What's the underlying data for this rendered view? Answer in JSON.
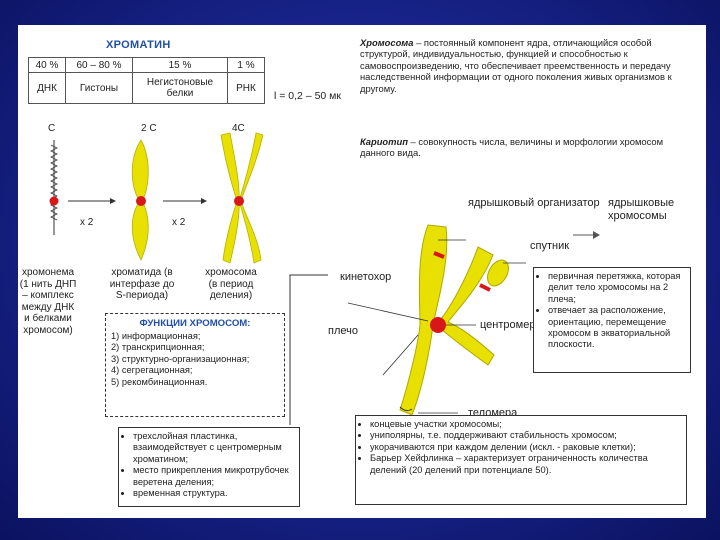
{
  "title": "ХРОМАТИН",
  "composition": {
    "percents": [
      "40 %",
      "60 – 80 %",
      "15 %",
      "1 %"
    ],
    "names": [
      "ДНК",
      "Гистоны",
      "Негистоновые белки",
      "РНК"
    ]
  },
  "length_formula": "l = 0,2 – 50 мк",
  "definitions": {
    "chromosome_term": "Хромосома",
    "chromosome_text": " – постоянный компонент ядра, отличающийся особой структурой, индивидуальностью, функцией и способностью к самовоспроизведению, что обеспечивает преемственность и передачу наследственной информации от одного поколения живых организмов к другому.",
    "karyotype_term": "Кариотип",
    "karyotype_text": " – совокупность числа, величины и морфологии хромосом данного вида."
  },
  "stages": {
    "c1": "С",
    "c2": "2 С",
    "c4": "4С",
    "x2a": "х 2",
    "x2b": "х 2",
    "chromonema": "хромонема (1 нить ДНП – комплекс между ДНК и белками хромосом)",
    "chromatid": "хроматида (в интерфазе до S-периода)",
    "chromosome": "хромосома (в период деления)"
  },
  "functions": {
    "title": "ФУНКЦИИ ХРОМОСОМ:",
    "items": [
      "1) информационная;",
      "2) транскрипционная;",
      "3) структурно-организационная;",
      "4) сегрегационная;",
      "5) рекомбинационная."
    ]
  },
  "labels": {
    "nucleolar_organizer": "ядрышковый организатор",
    "nucleolar_chromosomes": "ядрышковые хромосомы",
    "satellite": "спутник",
    "kinetochore": "кинетохор",
    "arm": "плечо",
    "centromere": "центромер",
    "telomere": "теломера"
  },
  "centromere_notes": [
    "первичная перетяжка, которая делит тело хромосомы на 2 плеча;",
    "отвечает за расположение, ориентацию, перемещение хромосом в экваториальной плоскости."
  ],
  "kinetochore_notes": [
    "трехслойная пластинка, взаимодействует с центромерным хроматином;",
    "место прикрепления микротрубочек веретена деления;",
    "временная структура."
  ],
  "telomere_notes": [
    "концевые участки хромосомы;",
    "униполярны, т.е. поддерживают стабильность хромосом;",
    "укорачиваются при каждом делении (искл. - раковые клетки);",
    "Барьер Хейфлинка – характеризует ограниченность количества делений (20 делений при потенциале 50)."
  ],
  "colors": {
    "chromosome": "#e8e000",
    "centromere": "#d81818",
    "title": "#1f4fa8"
  }
}
